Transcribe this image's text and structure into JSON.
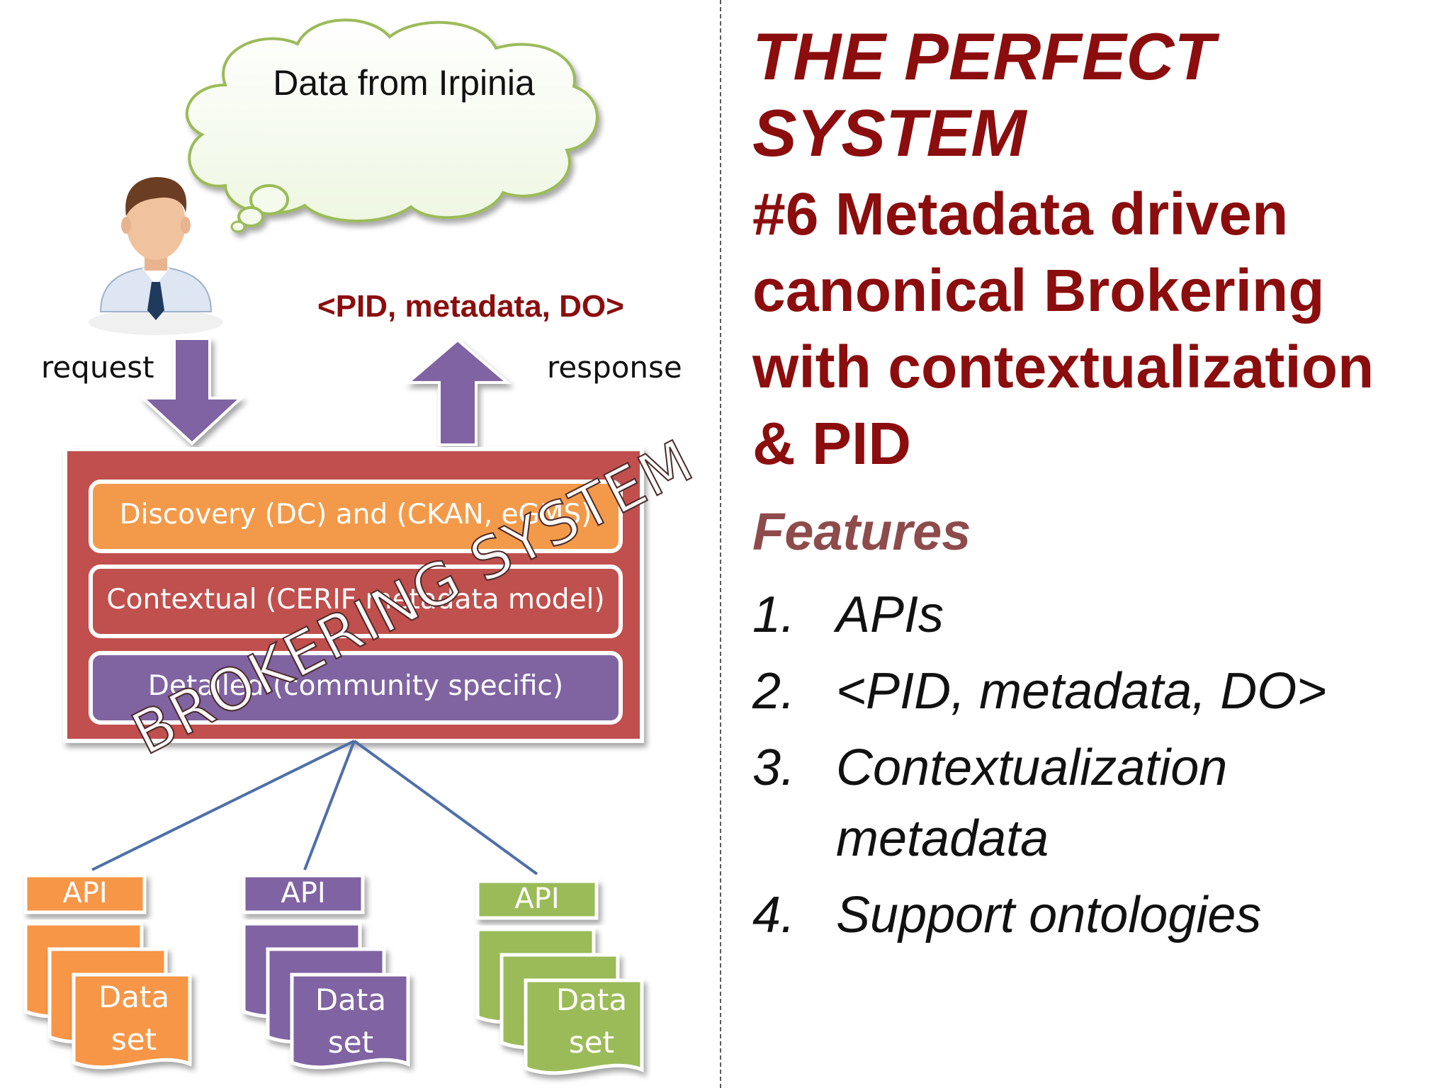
{
  "cloud": {
    "text": "Data from Irpinia"
  },
  "flow": {
    "request_label": "request",
    "response_label": "response",
    "response_payload": "<PID, metadata, DO>"
  },
  "broker": {
    "watermark": "BROKERING SYSTEM",
    "layers": [
      {
        "label": "Discovery (DC) and (CKAN, eGMS)",
        "color": "#f39a4a"
      },
      {
        "label": "Contextual (CERIF metadata model)",
        "color": "#c0504d"
      },
      {
        "label": "Detailed (community specific)",
        "color": "#8064a2"
      }
    ],
    "box_color": "#c0504d"
  },
  "sources": [
    {
      "api_label": "API",
      "dataset_label_line1": "Data",
      "dataset_label_line2": "set",
      "color": "#f79646"
    },
    {
      "api_label": "API",
      "dataset_label_line1": "Data",
      "dataset_label_line2": "set",
      "color": "#8064a2"
    },
    {
      "api_label": "API",
      "dataset_label_line1": "Data",
      "dataset_label_line2": "set",
      "color": "#9bbb59"
    }
  ],
  "right": {
    "title_line1": "THE PERFECT",
    "title_line2": "SYSTEM",
    "subtitle_line1": "#6 Metadata driven",
    "subtitle_line2": "canonical Brokering",
    "subtitle_line3": "with contextualization",
    "subtitle_line4": "& PID",
    "features_heading": "Features",
    "features": [
      {
        "num": "1.",
        "text": "APIs"
      },
      {
        "num": "2.",
        "text": "<PID, metadata, DO>"
      },
      {
        "num": "3.",
        "text": "Contextualization metadata"
      },
      {
        "num": "4.",
        "text": "Support ontologies"
      }
    ],
    "accent_color": "#8b0d0d"
  }
}
